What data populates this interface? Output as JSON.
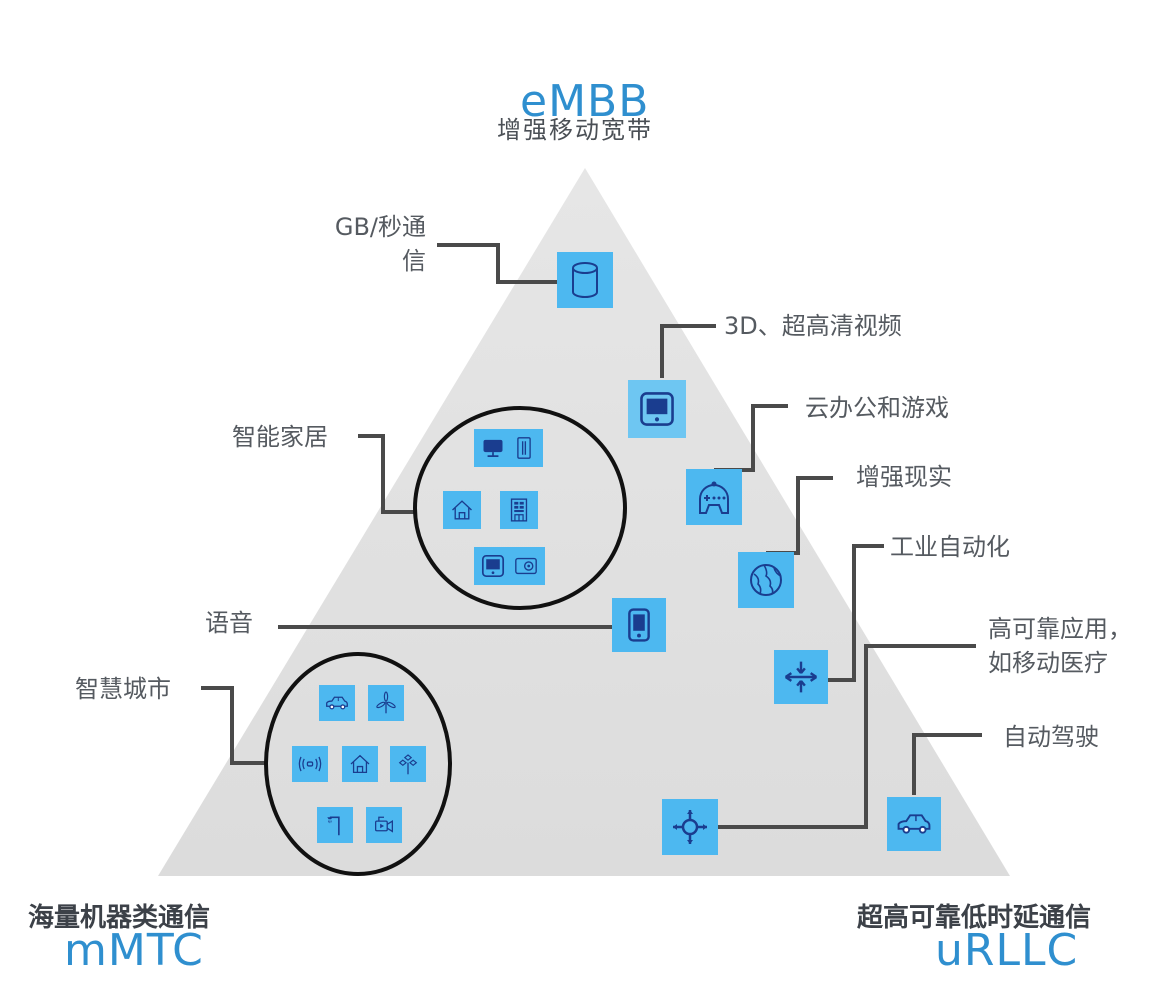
{
  "colors": {
    "triangle": "#e0e0e0",
    "icon_bg": "#4db8f0",
    "icon_bg_light": "#6ec6f2",
    "icon_stroke": "#1a3d8f",
    "connector": "#4a4a4a",
    "circle": "#111111",
    "accent_text": "#2f8fcf",
    "label_text": "#555a60"
  },
  "corners": {
    "top": {
      "abbr": "eMBB",
      "name": "增强移动宽带"
    },
    "bottom_left": {
      "abbr": "mMTC",
      "name": "海量机器类通信"
    },
    "bottom_right": {
      "abbr": "uRLLC",
      "name": "超高可靠低时延通信"
    }
  },
  "use_cases": [
    {
      "id": "gbps",
      "label_lines": [
        "GB/秒通",
        "信"
      ],
      "icon": "database-icon"
    },
    {
      "id": "video",
      "label_lines": [
        "3D、超高清视频"
      ],
      "icon": "tablet-icon"
    },
    {
      "id": "cloud",
      "label_lines": [
        "云办公和游戏"
      ],
      "icon": "gamepad-icon"
    },
    {
      "id": "ar",
      "label_lines": [
        "增强现实"
      ],
      "icon": "globe-icon"
    },
    {
      "id": "industry",
      "label_lines": [
        "工业自动化"
      ],
      "icon": "converge-arrows-icon"
    },
    {
      "id": "reliable",
      "label_lines": [
        "高可靠应用，",
        "如移动医疗"
      ],
      "icon": "hub-arrows-icon"
    },
    {
      "id": "driving",
      "label_lines": [
        "自动驾驶"
      ],
      "icon": "car-icon"
    },
    {
      "id": "voice",
      "label_lines": [
        "语音"
      ],
      "icon": "phone-icon"
    },
    {
      "id": "smarthome",
      "label_lines": [
        "智能家居"
      ],
      "icon": "smart-home-group"
    },
    {
      "id": "smartcity",
      "label_lines": [
        "智慧城市"
      ],
      "icon": "smart-city-group"
    }
  ],
  "smart_home_icons": [
    "monitor-icon",
    "fridge-icon",
    "house-icon",
    "building-icon",
    "tablet-icon",
    "safe-icon"
  ],
  "smart_city_icons": [
    "car-icon",
    "wind-turbine-icon",
    "sensor-icon",
    "house-icon",
    "street-lamp-cluster-icon",
    "street-lamp-icon",
    "video-camera-icon"
  ]
}
